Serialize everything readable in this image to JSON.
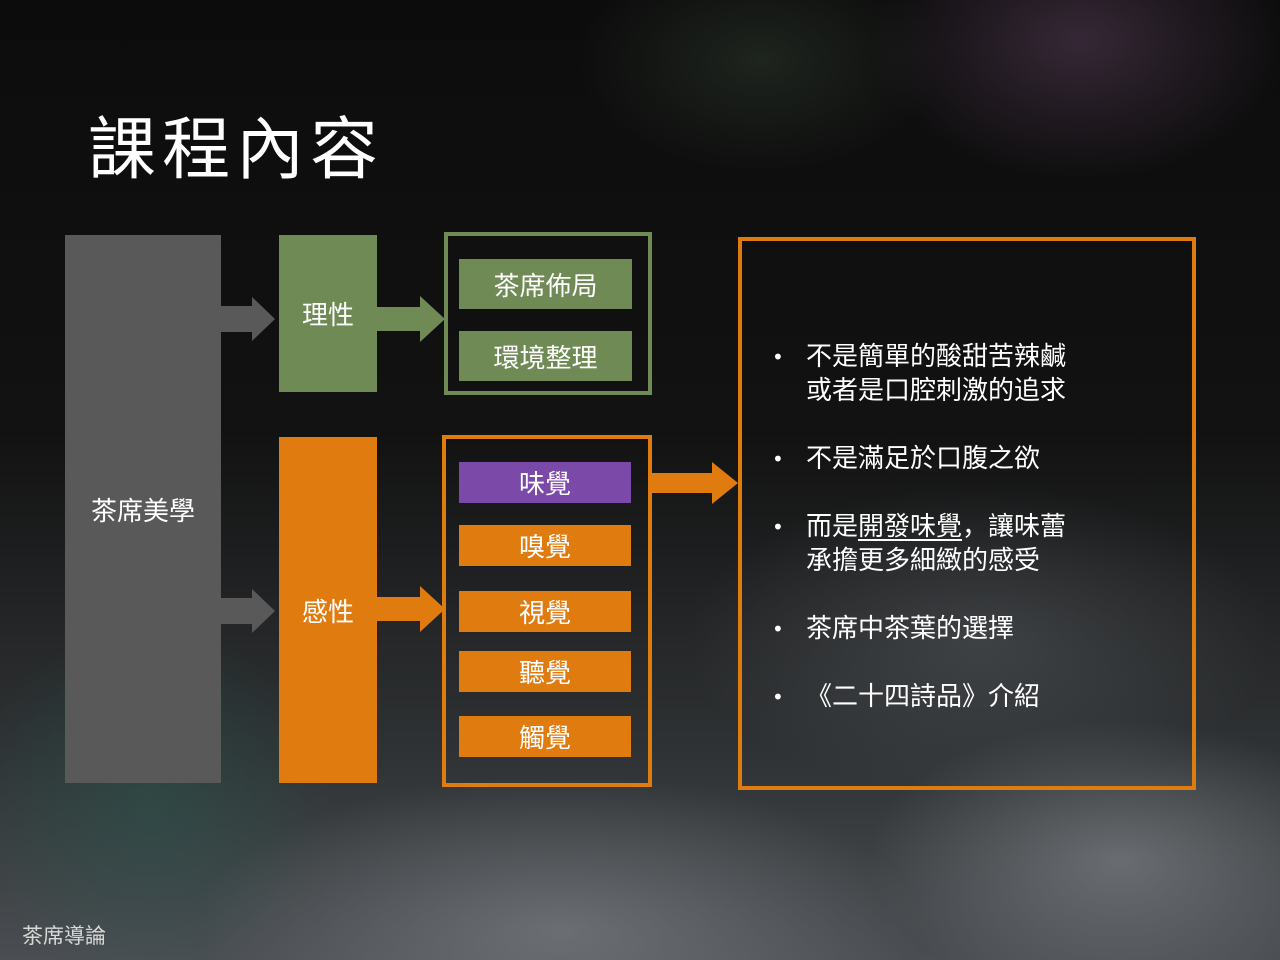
{
  "slide": {
    "title": "課程內容",
    "footer": "茶席導論"
  },
  "diagram": {
    "root": "茶席美學",
    "branches": [
      {
        "label": "理性",
        "color": "#6f8a55",
        "items": [
          "茶席佈局",
          "環境整理"
        ]
      },
      {
        "label": "感性",
        "color": "#e07b10",
        "items": [
          "味覺",
          "嗅覺",
          "視覺",
          "聽覺",
          "觸覺"
        ],
        "highlighted_item": "味覺",
        "highlight_color": "#7b4aa8"
      }
    ],
    "details": {
      "bullets": [
        {
          "line1": "不是簡單的酸甜苦辣鹹",
          "line2": "或者是口腔刺激的追求"
        },
        {
          "line1": "不是滿足於口腹之欲"
        },
        {
          "pre": "而是",
          "underlined": "開發味覺",
          "post": "，讓味蕾",
          "line2": "承擔更多細緻的感受"
        },
        {
          "line1": "茶席中茶葉的選擇"
        },
        {
          "line1": "《二十四詩品》介紹"
        }
      ]
    }
  },
  "colors": {
    "root_gray": "#595959",
    "green": "#6f8a55",
    "orange": "#e07b10",
    "purple": "#7b4aa8"
  }
}
